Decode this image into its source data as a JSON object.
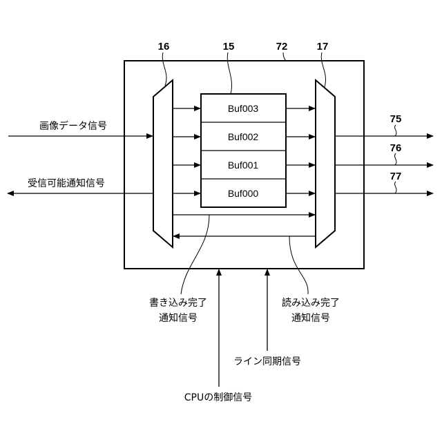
{
  "refs": {
    "demux": "16",
    "buffer_group": "15",
    "memory_block": "72",
    "mux": "17",
    "out1": "75",
    "out2": "76",
    "out3": "77"
  },
  "buffers": [
    "Buf003",
    "Buf002",
    "Buf001",
    "Buf000"
  ],
  "signals": {
    "image_data": "画像データ信号",
    "receive_ready": "受信可能通知信号",
    "write_done_1": "書き込み完了",
    "write_done_2": "通知信号",
    "read_done_1": "読み込み完了",
    "read_done_2": "通知信号",
    "line_sync": "ライン同期信号",
    "cpu_control": "CPUの制御信号"
  }
}
